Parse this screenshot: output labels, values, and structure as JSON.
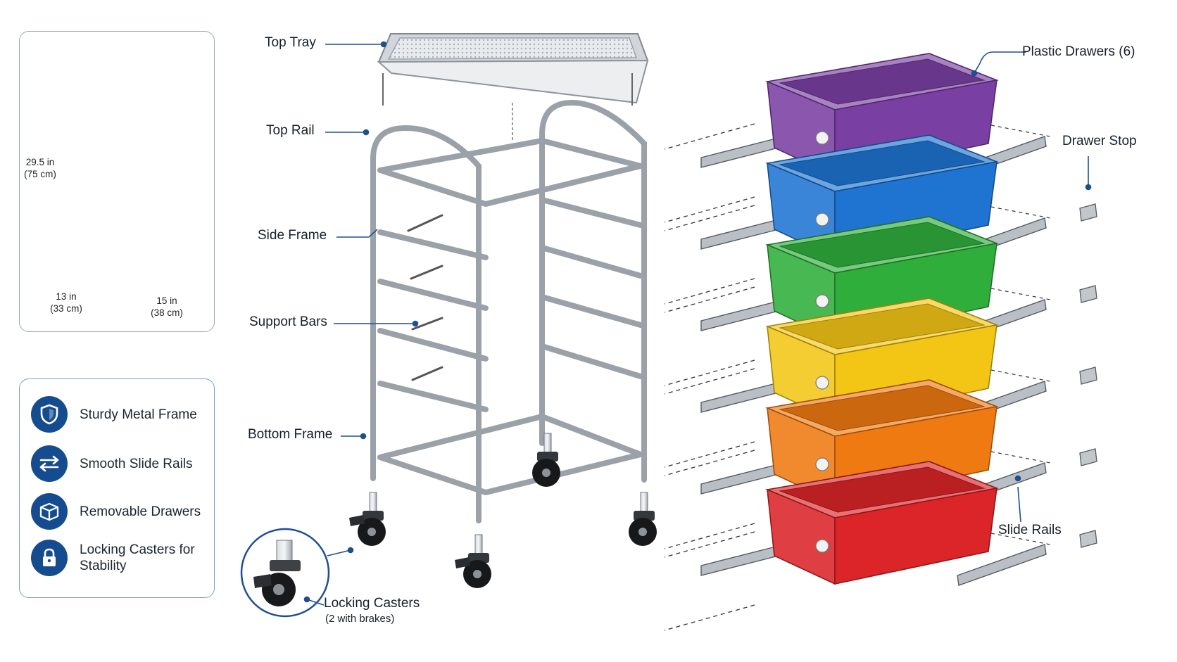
{
  "dimensions": {
    "height_in": "29.5 in",
    "height_cm": "(75 cm)",
    "depth_in": "13 in",
    "depth_cm": "(33 cm)",
    "width_in": "15 in",
    "width_cm": "(38 cm)"
  },
  "features": [
    {
      "label": "Sturdy Metal Frame",
      "icon": "shield-icon"
    },
    {
      "label": "Smooth Slide Rails",
      "icon": "double-arrow-icon"
    },
    {
      "label": "Removable Drawers",
      "icon": "box-icon"
    },
    {
      "label": "Locking Casters for Stability",
      "icon": "lock-icon"
    }
  ],
  "callouts": {
    "top_tray": "Top Tray",
    "top_rail": "Top Rail",
    "side_frame": "Side Frame",
    "support_bars": "Support Bars",
    "bottom_frame": "Bottom Frame",
    "locking_casters": "Locking Casters",
    "locking_casters_note": "(2 with brakes)",
    "plastic_drawers": "Plastic Drawers (6)",
    "drawer_stop": "Drawer Stop",
    "slide_rails": "Slide Rails"
  },
  "drawer_colors": [
    {
      "name": "purple",
      "color": "#7a3fa3"
    },
    {
      "name": "blue",
      "color": "#1f74d1"
    },
    {
      "name": "green",
      "color": "#2fae3c"
    },
    {
      "name": "yellow",
      "color": "#f3c616"
    },
    {
      "name": "orange",
      "color": "#ef7a12"
    },
    {
      "name": "red",
      "color": "#db2528"
    }
  ],
  "accent_color": "#154c90"
}
